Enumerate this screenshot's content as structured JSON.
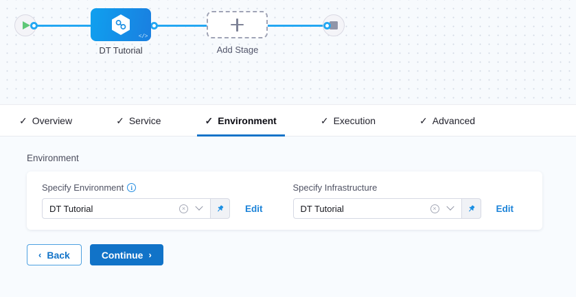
{
  "pipeline": {
    "start_node": {
      "icon": "play-icon",
      "name": "start-node"
    },
    "end_node": {
      "icon": "stop-icon",
      "name": "end-node"
    },
    "stage": {
      "label": "DT Tutorial",
      "icon": "harness-hexagon-icon",
      "code_glyph": "</>"
    },
    "add_stage": {
      "label": "Add Stage",
      "icon": "plus-icon"
    },
    "connector_color": "#23a7f2"
  },
  "tabs": [
    {
      "label": "Overview",
      "check": "✓",
      "active": false
    },
    {
      "label": "Service",
      "check": "✓",
      "active": false
    },
    {
      "label": "Environment",
      "check": "✓",
      "active": true
    },
    {
      "label": "Execution",
      "check": "✓",
      "active": false
    },
    {
      "label": "Advanced",
      "check": "✓",
      "active": false
    }
  ],
  "section": {
    "title": "Environment",
    "environment_field": {
      "label": "Specify Environment",
      "info_icon": "info-icon",
      "info_glyph": "i",
      "value": "DT Tutorial",
      "clear_glyph": "×",
      "edit_label": "Edit",
      "pin_icon": "pin-icon"
    },
    "infrastructure_field": {
      "label": "Specify Infrastructure",
      "value": "DT Tutorial",
      "clear_glyph": "×",
      "edit_label": "Edit",
      "pin_icon": "pin-icon"
    }
  },
  "footer": {
    "back_label": "Back",
    "back_arrow": "‹",
    "continue_label": "Continue",
    "continue_arrow": "›"
  },
  "colors": {
    "accent": "#1173c8",
    "link": "#1a82d8",
    "wire": "#23a7f2"
  }
}
